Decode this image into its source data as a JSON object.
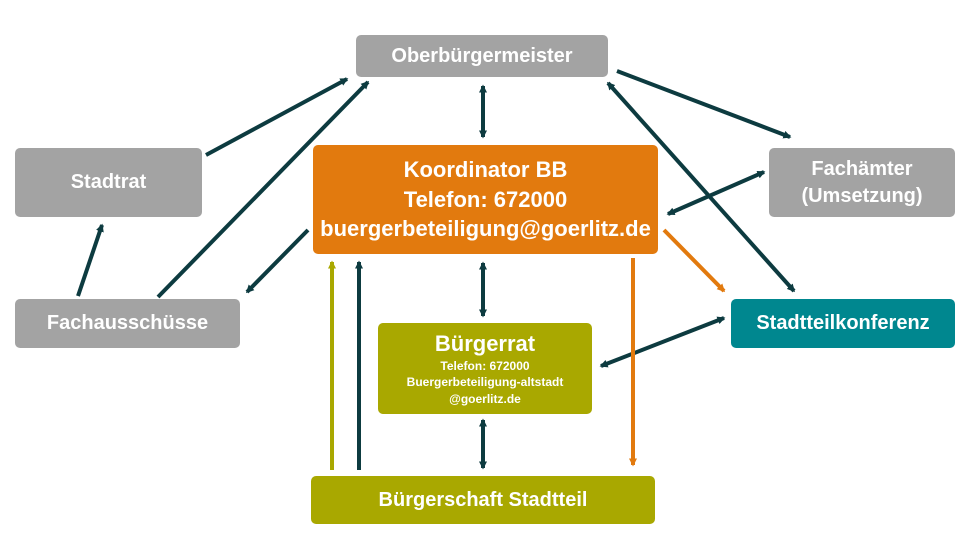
{
  "nodes": {
    "oberbuergermeister": "Oberbürgermeister",
    "stadtrat": "Stadtrat",
    "fachausschuesse": "Fachausschüsse",
    "koordinator": {
      "title": "Koordinator BB",
      "phone": "Telefon: 672000",
      "email": "buergerbeteiligung@goerlitz.de"
    },
    "fachaemter": {
      "line1": "Fachämter",
      "line2": "(Umsetzung)"
    },
    "stadtteilkonferenz": "Stadtteilkonferenz",
    "buergerrat": {
      "title": "Bürgerrat",
      "phone": "Telefon: 672000",
      "email_line1": "Buergerbeteiligung-altstadt",
      "email_line2": "@goerlitz.de"
    },
    "buergerschaft": "Bürgerschaft Stadtteil"
  },
  "colors": {
    "grey": "#a3a3a3",
    "orange": "#e27a0e",
    "olive": "#a9a800",
    "teal": "#00878f",
    "dark_arrow": "#0d3b40"
  }
}
